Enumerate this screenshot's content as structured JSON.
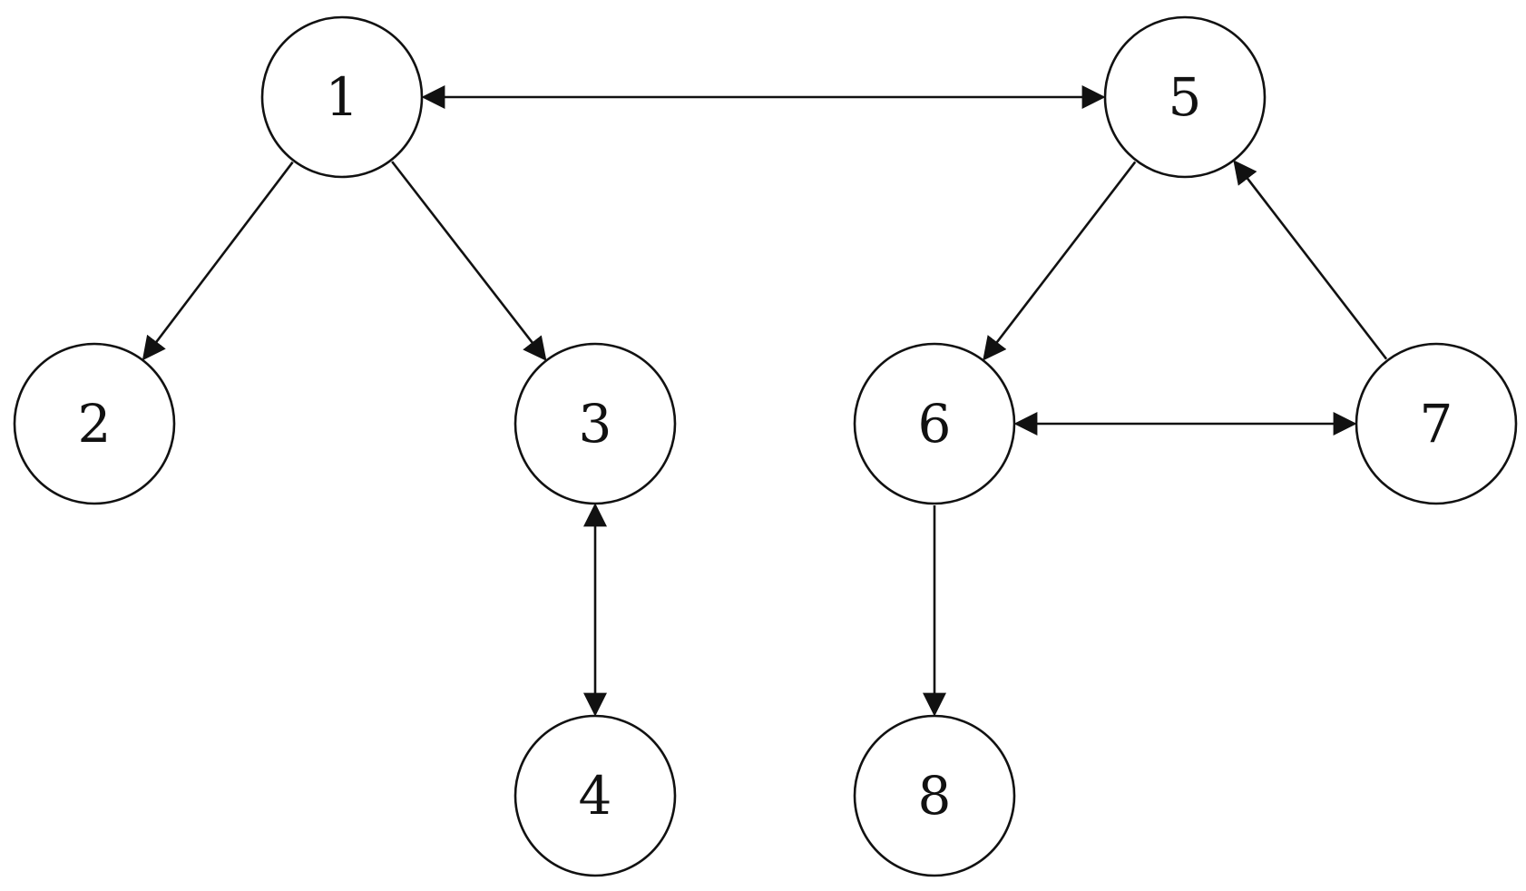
{
  "graph": {
    "nodes": [
      {
        "id": "1",
        "label": "1"
      },
      {
        "id": "2",
        "label": "2"
      },
      {
        "id": "3",
        "label": "3"
      },
      {
        "id": "4",
        "label": "4"
      },
      {
        "id": "5",
        "label": "5"
      },
      {
        "id": "6",
        "label": "6"
      },
      {
        "id": "7",
        "label": "7"
      },
      {
        "id": "8",
        "label": "8"
      }
    ],
    "edges": [
      {
        "from": "1",
        "to": "5",
        "direction": "both"
      },
      {
        "from": "1",
        "to": "2",
        "direction": "forward"
      },
      {
        "from": "1",
        "to": "3",
        "direction": "forward"
      },
      {
        "from": "3",
        "to": "4",
        "direction": "both"
      },
      {
        "from": "5",
        "to": "6",
        "direction": "forward"
      },
      {
        "from": "7",
        "to": "5",
        "direction": "forward"
      },
      {
        "from": "6",
        "to": "7",
        "direction": "both"
      },
      {
        "from": "6",
        "to": "8",
        "direction": "forward"
      }
    ],
    "colors": {
      "stroke": "#111111",
      "background": "#ffffff"
    }
  }
}
